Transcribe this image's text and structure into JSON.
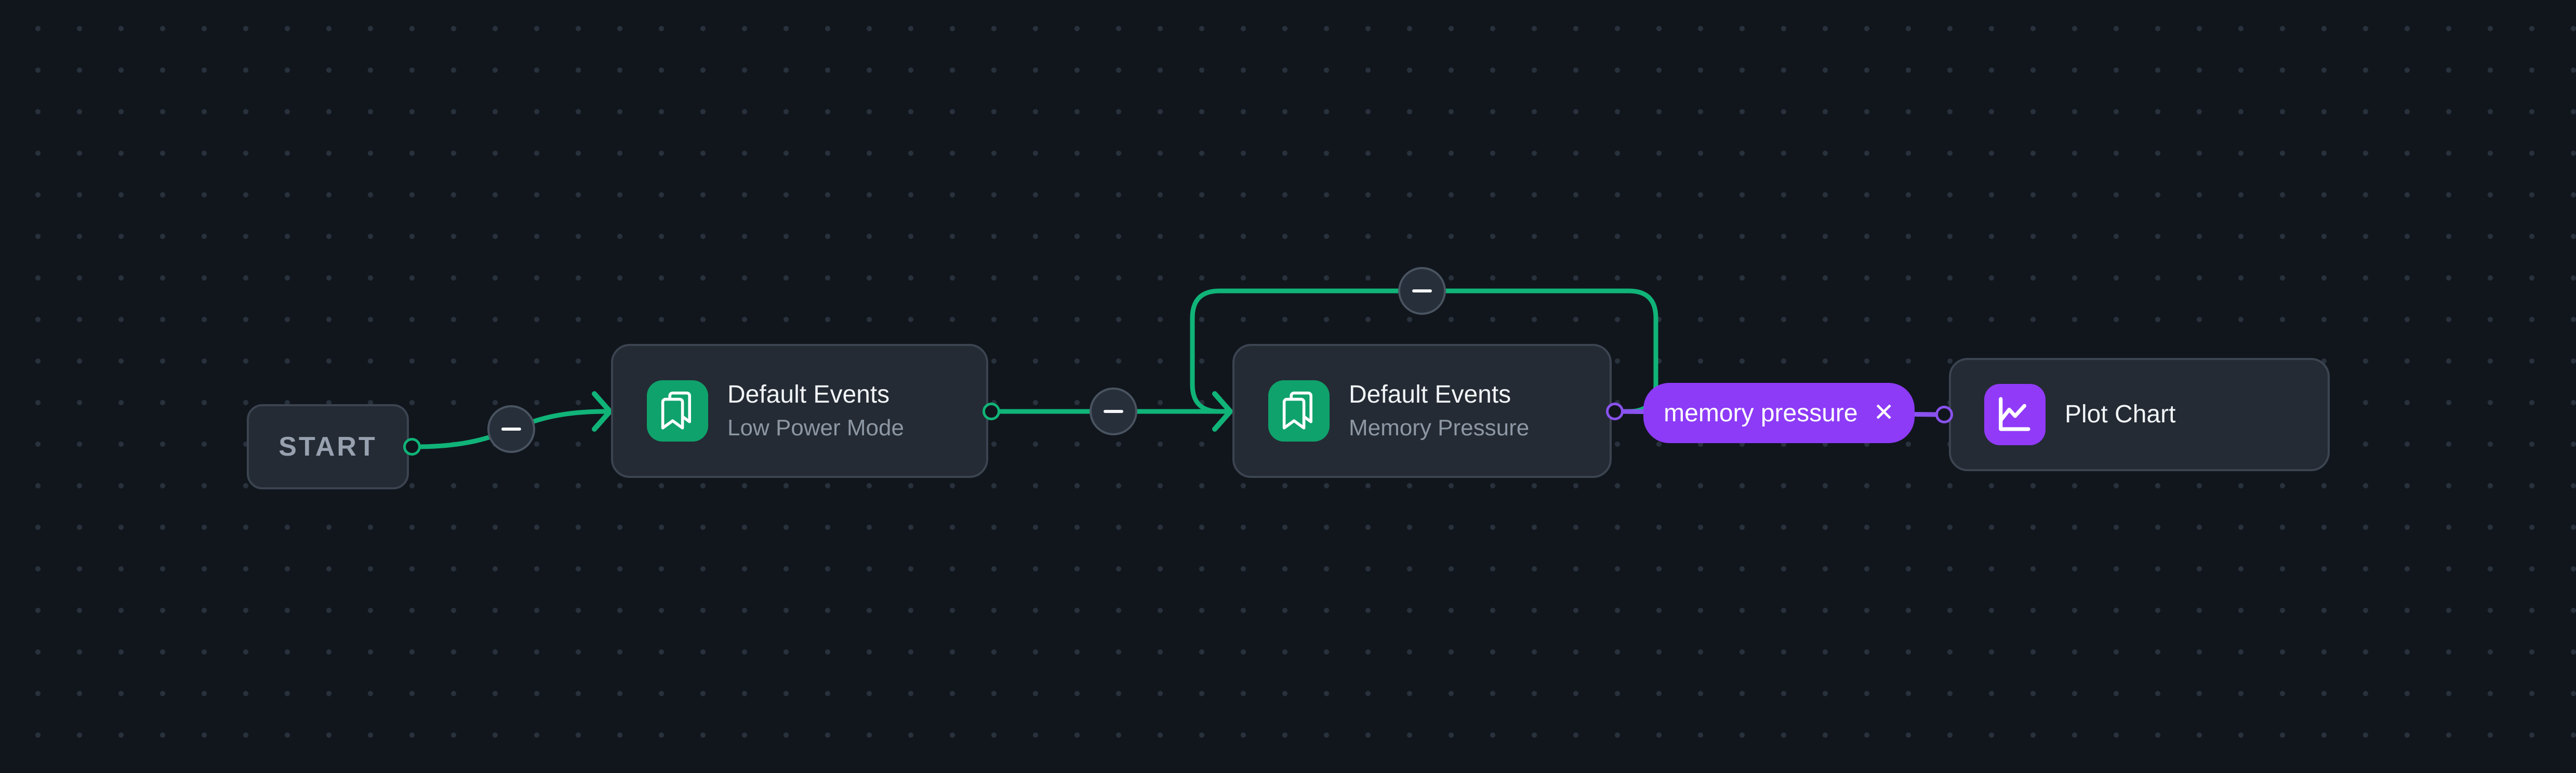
{
  "colors": {
    "background": "#11161d",
    "grid_dot": "#28313c",
    "node_bg": "#242b34",
    "node_border": "#3b4450",
    "title_text": "#f2f5f8",
    "subtitle_text": "#8d97a4",
    "start_text": "#97a1af",
    "green": "#10b478",
    "green_icon_bg": "#0fa26c",
    "purple": "#8d3bf7",
    "purple_icon_bg": "#913bf9",
    "purple_edge": "#8a52ef",
    "badge_bg": "#272f3a",
    "badge_border": "#4a5461",
    "port_bg": "#11161d"
  },
  "nodes": {
    "start": {
      "label": "START"
    },
    "event_low_power": {
      "title": "Default Events",
      "subtitle": "Low Power Mode",
      "icon": "bookmarks-icon",
      "icon_color": "#0fa26c"
    },
    "event_memory_pressure": {
      "title": "Default Events",
      "subtitle": "Memory Pressure",
      "icon": "bookmarks-icon",
      "icon_color": "#0fa26c"
    },
    "plot_chart": {
      "title": "Plot Chart",
      "icon": "line-chart-icon",
      "icon_color": "#913bf9"
    }
  },
  "edges": [
    {
      "from": "start",
      "to": "event_low_power",
      "color": "green",
      "midpoint_control": "minus-badge"
    },
    {
      "from": "event_low_power",
      "to": "event_memory_pressure",
      "color": "green",
      "midpoint_control": "minus-badge"
    },
    {
      "from": "event_memory_pressure",
      "to": "event_memory_pressure",
      "type": "self-loop",
      "color": "green",
      "midpoint_control": "minus-badge"
    },
    {
      "from": "event_memory_pressure",
      "to": "plot_chart",
      "color": "purple",
      "tag": "memory pressure"
    }
  ],
  "badges": {
    "minus_glyph": "−"
  },
  "edge_tag": {
    "label": "memory pressure",
    "close_glyph": "✕"
  }
}
